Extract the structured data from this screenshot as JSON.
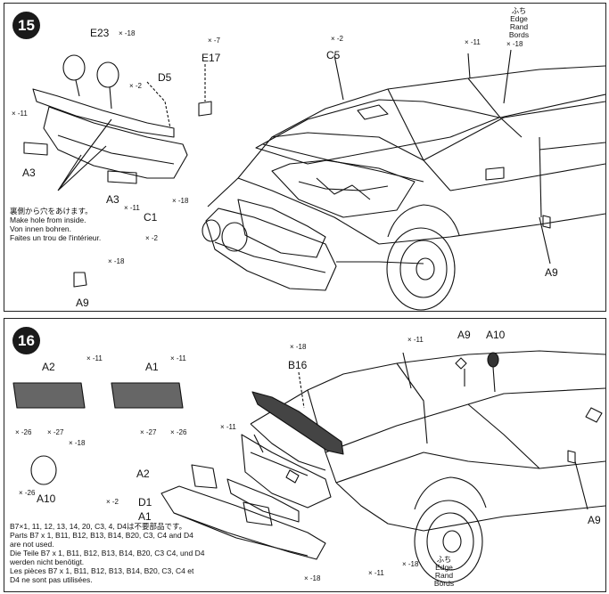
{
  "step15": {
    "number": "15",
    "parts": {
      "e23": "E23",
      "d5": "D5",
      "e17": "E17",
      "c5": "C5",
      "a3_left": "A3",
      "a3_center": "A3",
      "c1": "C1",
      "a9_left": "A9",
      "a9_right": "A9"
    },
    "quantities": {
      "e23": "× -18",
      "d5": "× -2",
      "e17": "× -7",
      "c5": "× -2",
      "a3_left": "× -11",
      "a3_center": "× -11",
      "d5_lower": "× -18",
      "c1": "× -2",
      "a9_left": "× -18",
      "body": "× -11",
      "edge": "× -18"
    },
    "edge_note": [
      "ふち",
      "Edge",
      "Rand",
      "Bords"
    ],
    "hole_note": [
      "裏側から穴をあけます。",
      "Make hole from inside.",
      "Von innen bohren.",
      "Faites un trou de l'intérieur."
    ]
  },
  "step16": {
    "number": "16",
    "parts": {
      "a2_top": "A2",
      "a1_top": "A1",
      "a10_left": "A10",
      "b16": "B16",
      "a9_top": "A9",
      "a10_top": "A10",
      "a2_mid": "A2",
      "d1": "D1",
      "a1_mid": "A1",
      "a9_right": "A9"
    },
    "quantities": {
      "a2_top": "× -11",
      "a1_top": "× -11",
      "a2_left_bottom": "× -26",
      "a2_right_bottom": "× -27",
      "a1_left_bottom": "× -27",
      "a1_right_bottom": "× -26",
      "a10_left": "× -18",
      "a10_left_bottom": "× -26",
      "b16": "× -18",
      "a9_top": "× -11",
      "a2_mid": "× -11",
      "d1": "× -2",
      "bumper_bottom": "× -18",
      "edge_bottom": "× -18",
      "edge_bottom2": "× -11"
    },
    "edge_note": [
      "ふち",
      "Edge",
      "Rand",
      "Bords"
    ],
    "unused_note": [
      "B7×1, 11, 12, 13, 14, 20, C3, 4, D4は不要部品です。",
      "Parts B7 x 1, B11, B12, B13, B14, B20, C3, C4 and D4",
      "are not used.",
      "Die Teile B7 x 1, B11, B12, B13, B14, B20, C3 C4, und D4",
      "werden nicht benötigt.",
      "Les pièces B7 x 1, B11, B12, B13, B14, B20, C3, C4 et",
      "D4 ne sont pas utilisées."
    ]
  }
}
